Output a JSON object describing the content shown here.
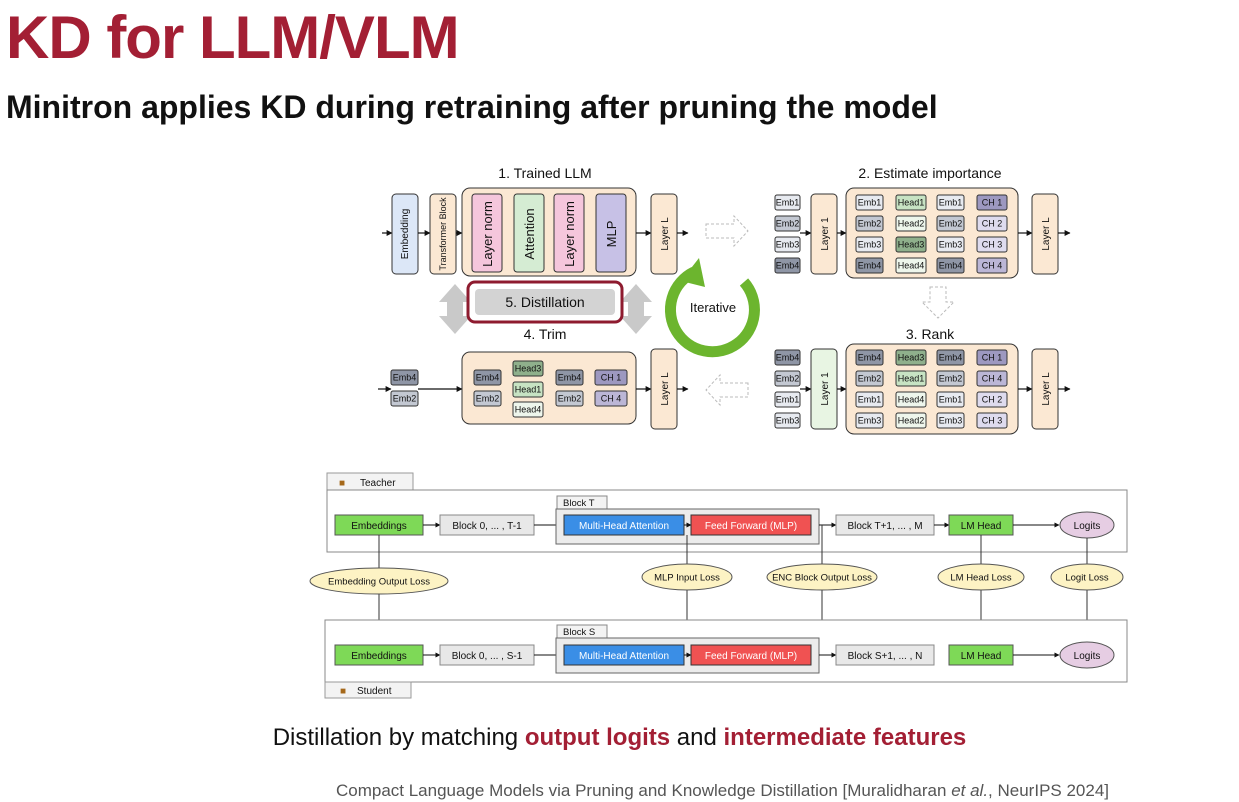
{
  "title": "KD for LLM/VLM",
  "subtitle": "Minitron applies KD during retraining after pruning the model",
  "caption": {
    "prefix": "Distillation by matching ",
    "highlight1": "output logits",
    "middle": " and ",
    "highlight2": "intermediate features"
  },
  "citation": {
    "prefix": "Compact Language Models via Pruning and Knowledge Distillation [Muralidharan ",
    "italic": "et al.",
    "suffix": ", NeurIPS 2024]"
  },
  "top_figure": {
    "stage1_title": "1. Trained LLM",
    "stage2_title": "2. Estimate importance",
    "stage3_title": "3. Rank",
    "stage4_title": "4. Trim",
    "stage5_label": "5. Distillation",
    "iterative_label": "Iterative",
    "embedding_label": "Embedding",
    "transformer_block_label": "Transformer Block",
    "layer_norm_label": "Layer norm",
    "attention_label": "Attention",
    "mlp_label": "MLP",
    "layer_l_label": "Layer L",
    "layer_1_label": "Layer 1",
    "stage2_emb_column": [
      "Emb1",
      "Emb2",
      "Emb3",
      "Emb4"
    ],
    "stage2_heads": [
      "Head1",
      "Head2",
      "Head3",
      "Head4"
    ],
    "stage2_channels": [
      "CH 1",
      "CH 2",
      "CH 3",
      "CH 4"
    ],
    "stage3_emb_column": [
      "Emb4",
      "Emb2",
      "Emb1",
      "Emb3"
    ],
    "stage3_heads": [
      "Head3",
      "Head1",
      "Head4",
      "Head2"
    ],
    "stage3_channels": [
      "CH 1",
      "CH 4",
      "CH 2",
      "CH 3"
    ],
    "stage4_emb": [
      "Emb4",
      "Emb2"
    ],
    "stage4_heads": [
      "Head3",
      "Head1",
      "Head4"
    ],
    "stage4_channels": [
      "CH 1",
      "CH 4"
    ]
  },
  "bottom_figure": {
    "teacher_label": "Teacher",
    "student_label": "Student",
    "block_t_label": "Block T",
    "block_s_label": "Block S",
    "embeddings_label": "Embeddings",
    "teacher_blocks_before": "Block 0, ... , T-1",
    "student_blocks_before": "Block 0, ... , S-1",
    "mha_label": "Multi-Head Attention",
    "ff_label": "Feed Forward (MLP)",
    "teacher_blocks_after": "Block T+1, ... , M",
    "student_blocks_after": "Block S+1, ... , N",
    "lm_head_label": "LM Head",
    "logits_label": "Logits",
    "losses": [
      "Embedding Output Loss",
      "MLP Input Loss",
      "ENC Block Output Loss",
      "LM Head Loss",
      "Logit Loss"
    ],
    "colors": {
      "embeddings": "#7ed957",
      "mha": "#3a8ee6",
      "ff": "#f05252",
      "lm_head": "#7ed957",
      "logits": "#e6cde3",
      "loss": "#fdf3c4"
    }
  }
}
